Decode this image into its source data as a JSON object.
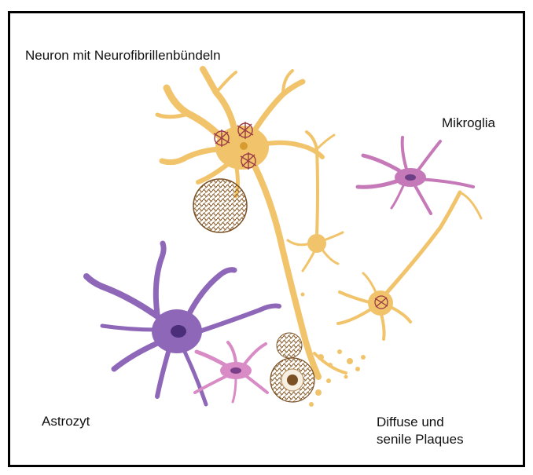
{
  "labels": {
    "neuron": "Neuron mit Neurofibrillenbündeln",
    "mikroglia": "Mikroglia",
    "astrozyt": "Astrozyt",
    "plaques_line1": "Diffuse und",
    "plaques_line2": "senile Plaques"
  },
  "colors": {
    "neuron_fill": "#f1c46b",
    "neuron_body": "#eab24f",
    "microglia": "#c679b8",
    "astrocyte": "#8f67b9",
    "tangle": "#9b3b45",
    "plaque": "#7a5024",
    "frame": "#000000"
  }
}
